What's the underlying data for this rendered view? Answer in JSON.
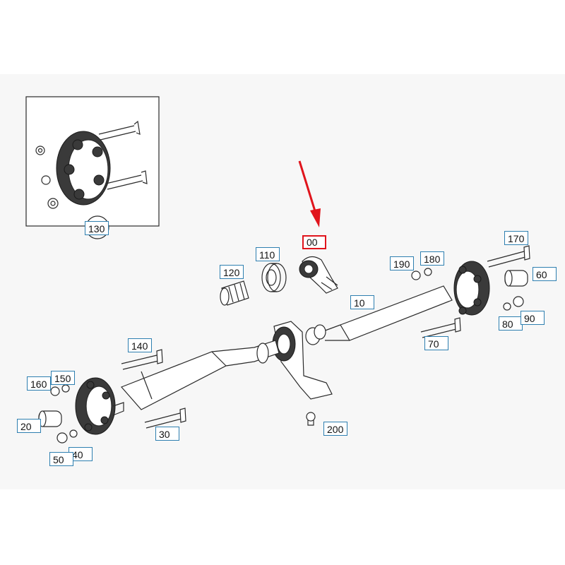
{
  "labels": {
    "l00": "00",
    "l10": "10",
    "l20": "20",
    "l30": "30",
    "l40": "40",
    "l50": "50",
    "l60": "60",
    "l70": "70",
    "l80": "80",
    "l90": "90",
    "l110": "110",
    "l120": "120",
    "l130": "130",
    "l140": "140",
    "l150": "150",
    "l160": "160",
    "l170": "170",
    "l180": "180",
    "l190": "190",
    "l200": "200"
  },
  "highlight": {
    "label": "00",
    "box_color": "#e0141c",
    "arrow_color": "#e0141c"
  },
  "colors": {
    "label_border": "#2e7fb0",
    "panel": "#f7f7f7",
    "line": "#2a2a2a"
  }
}
